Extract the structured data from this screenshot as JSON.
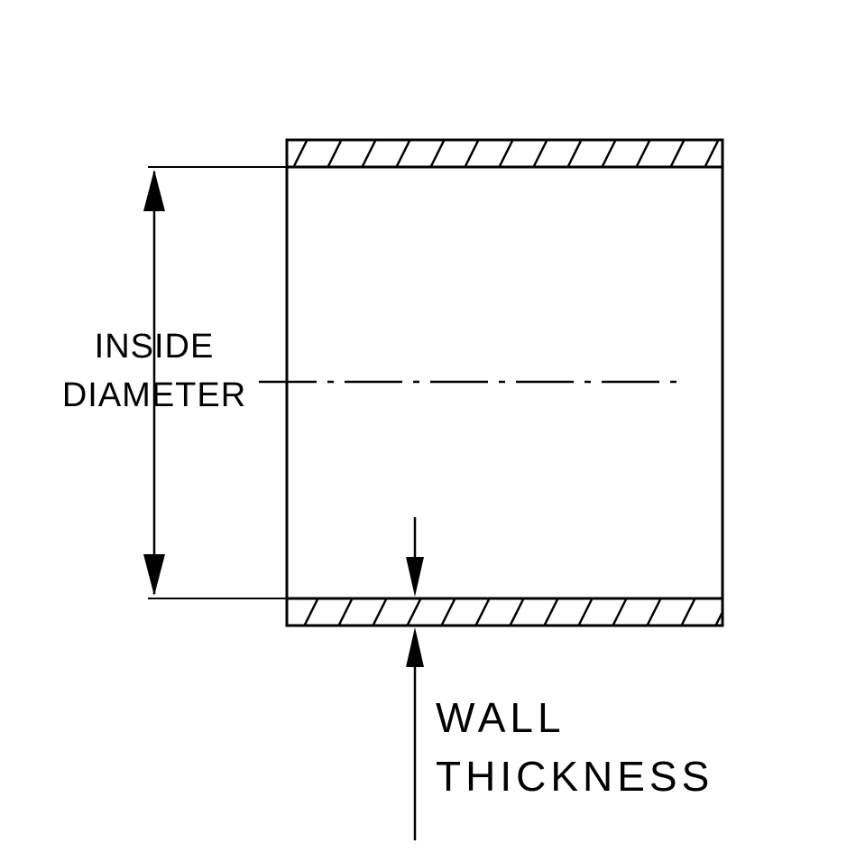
{
  "diagram": {
    "labels": {
      "inside_diameter": [
        "INSIDE",
        "DIAMETER"
      ],
      "wall_thickness": [
        "WALL",
        "THICKNESS"
      ]
    },
    "colors": {
      "line": "#000000",
      "background": "#ffffff"
    }
  }
}
